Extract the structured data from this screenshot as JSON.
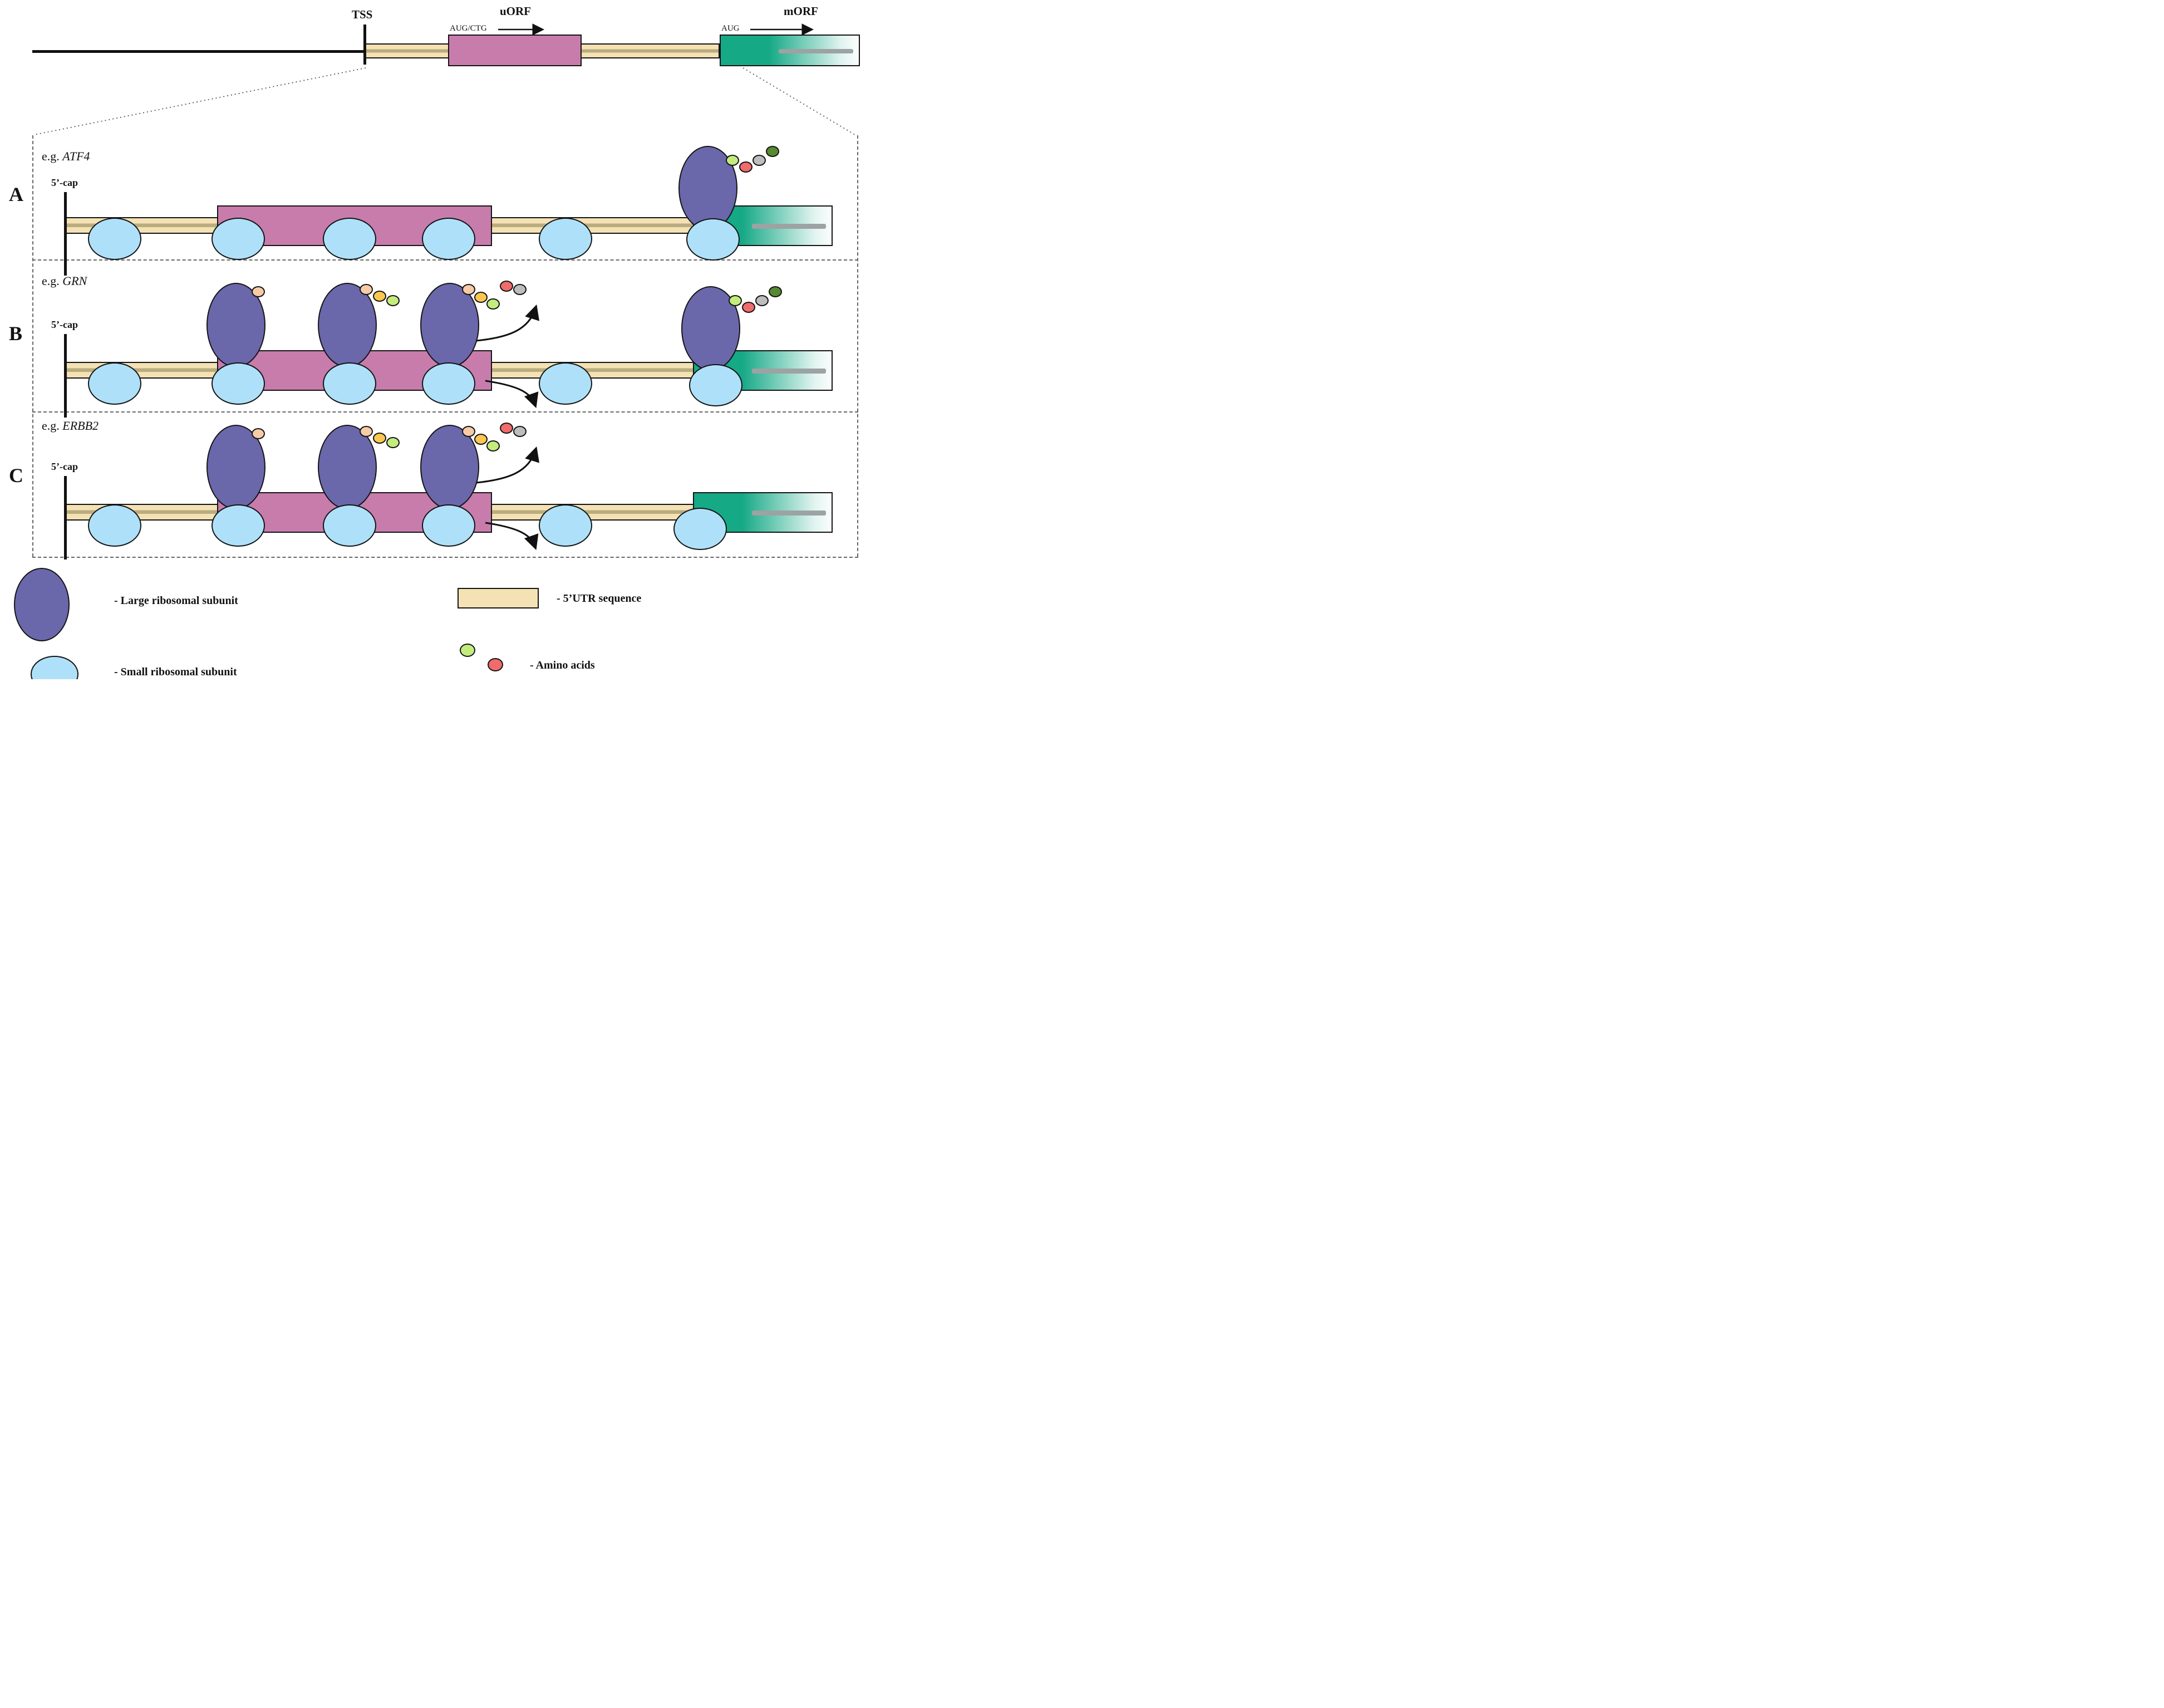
{
  "figure": {
    "top_track": {
      "tss_label": "TSS",
      "uorf_title": "uORF",
      "uorf_start_codon": "AUG/CTG",
      "morf_title": "mORF",
      "morf_start_codon": "AUG"
    },
    "panels": [
      {
        "letter": "A",
        "example_prefix": "e.g.",
        "gene": "ATF4",
        "cap_label": "5’-cap"
      },
      {
        "letter": "B",
        "example_prefix": "e.g.",
        "gene": "GRN",
        "cap_label": "5’-cap"
      },
      {
        "letter": "C",
        "example_prefix": "e.g.",
        "gene": "ERBB2",
        "cap_label": "5’-cap"
      }
    ],
    "legend": {
      "large_subunit_label": "- Large ribosomal subunit",
      "small_subunit_label": "- Small ribosomal subunit",
      "utr_label": "- 5’UTR sequence",
      "amino_acids_label": "- Amino acids"
    },
    "colors": {
      "utr_fill": "#F4E1B4",
      "utr_stripe": "#B9AC7E",
      "uorf_fill": "#C77CAC",
      "morf_fill": "#16A986",
      "large_subunit": "#6A67AB",
      "small_subunit": "#AEE1F9",
      "amino_peach": "#F6CBA6",
      "amino_orange": "#FBC751",
      "amino_lightgreen": "#C4EC7D",
      "amino_red": "#F06B6B",
      "amino_gray": "#BDBDBD",
      "amino_darkgreen": "#558A32"
    }
  }
}
